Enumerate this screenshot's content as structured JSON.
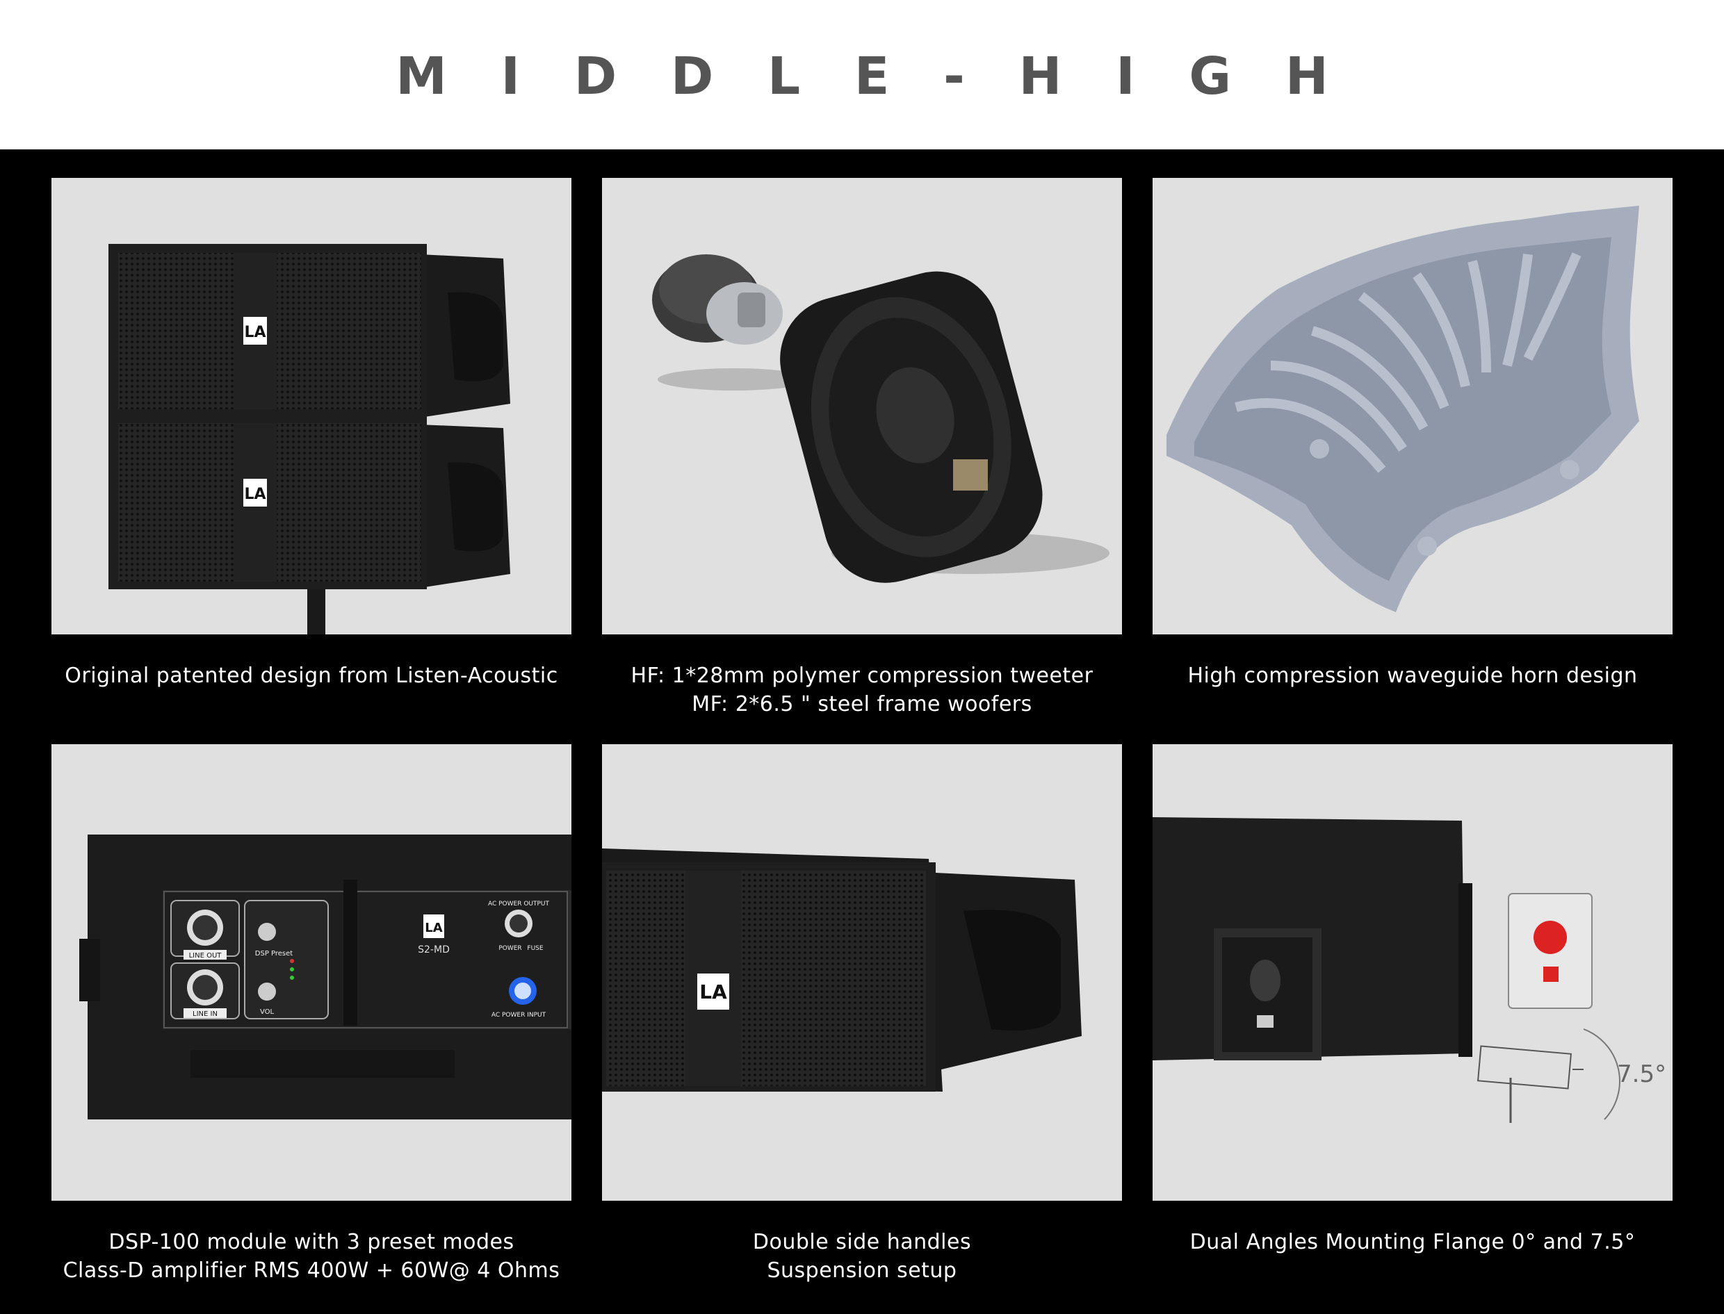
{
  "title": "MIDDLE-HIGH",
  "features": [
    {
      "lines": [
        "Original patented design from Listen-Acoustic"
      ],
      "image": "stacked-line-array-speakers"
    },
    {
      "lines": [
        "HF: 1*28mm polymer compression tweeter",
        "MF: 2*6.5 \" steel frame woofers"
      ],
      "image": "tweeter-and-woofer-drivers"
    },
    {
      "lines": [
        "High compression waveguide horn design"
      ],
      "image": "waveguide-horn"
    },
    {
      "lines": [
        "DSP-100 module with 3 preset modes",
        "Class-D amplifier RMS 400W + 60W@ 4 Ohms"
      ],
      "image": "amplifier-rear-panel"
    },
    {
      "lines": [
        "Double side handles",
        "Suspension setup"
      ],
      "image": "speaker-side-handle"
    },
    {
      "lines": [
        "Dual Angles Mounting Flange 0° and 7.5°"
      ],
      "image": "mounting-flange"
    }
  ],
  "panel_labels": {
    "logo": "LA",
    "model": "S2-MD",
    "line_out": "LINE OUT",
    "line_in": "LINE IN",
    "dsp_preset": "DSP Preset",
    "vol": "VOL",
    "power": "POWER",
    "fuse": "FUSE",
    "ac_output": "AC POWER OUTPUT",
    "ac_input": "AC POWER INPUT",
    "angle": "7.5°"
  },
  "colors": {
    "background": "#000000",
    "panel": "#dfe0df",
    "title": "#555555",
    "caption": "#ffffff"
  }
}
